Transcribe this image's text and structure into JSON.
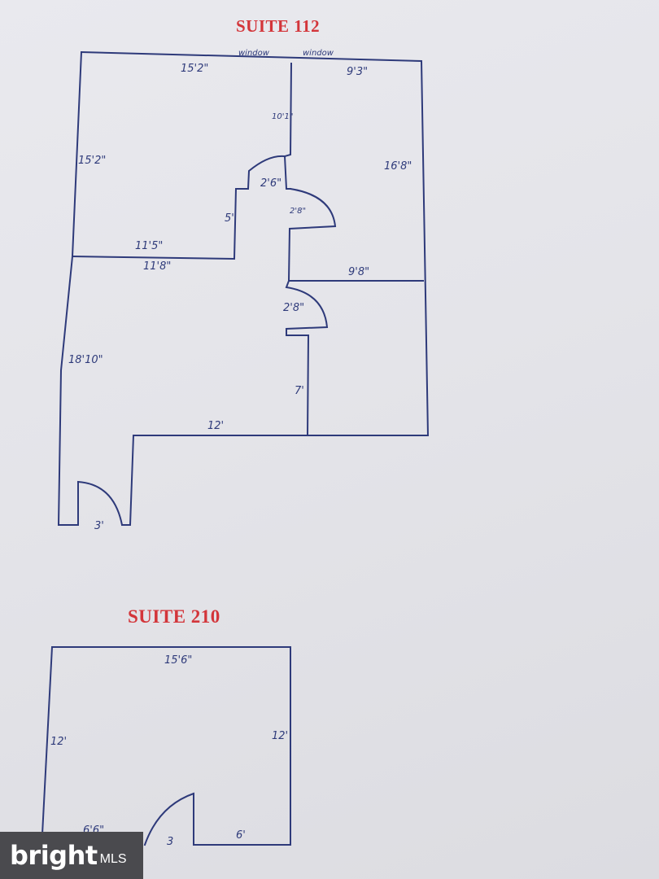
{
  "suite_112": {
    "title": "SUITE 112",
    "window_left": "window",
    "window_right": "window",
    "dims": {
      "top_left_width": "15'2\"",
      "top_right_width": "9'3\"",
      "left_room_height": "15'2\"",
      "partition_height": "10'1\"",
      "door_upper": "2'6\"",
      "right_room_height": "16'8\"",
      "door_right": "2'8\"",
      "notch_height": "5'",
      "room_bottom_a": "11'5\"",
      "room_bottom_b": "11'8\"",
      "right_lower_width": "9'8\"",
      "door_lower": "2'8\"",
      "main_height": "18'10\"",
      "wall_7": "7'",
      "bottom_12": "12'",
      "entry_door": "3'"
    }
  },
  "suite_210": {
    "title": "SUITE 210",
    "dims": {
      "width": "15'6\"",
      "left_height": "12'",
      "right_height": "12'",
      "bottom_left": "6'6\"",
      "door": "3",
      "bottom_right": "6'"
    }
  },
  "watermark": {
    "brand": "bright",
    "sub": "MLS"
  }
}
